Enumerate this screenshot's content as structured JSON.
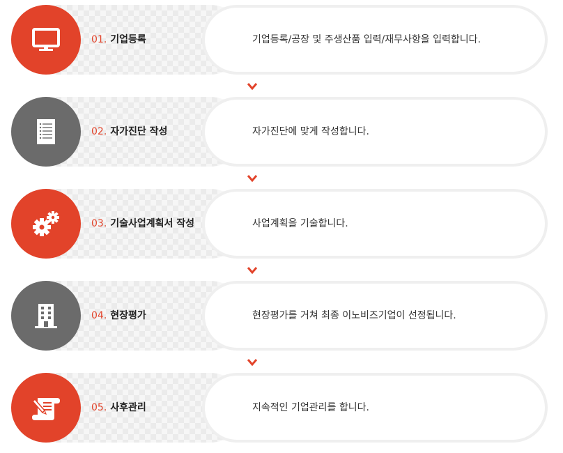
{
  "colors": {
    "accent": "#e2432a",
    "gray": "#6b6b6b"
  },
  "steps": [
    {
      "num": "01.",
      "title": "기업등록",
      "desc": "기업등록/공장 및 주생산품 입력/재무사항을 입력합니다.",
      "icon": "monitor-icon",
      "color": "#e2432a"
    },
    {
      "num": "02.",
      "title": "자가진단 작성",
      "desc": "자가진단에 맞게 작성합니다.",
      "icon": "document-icon",
      "color": "#6b6b6b"
    },
    {
      "num": "03.",
      "title": "기술사업계획서 작성",
      "desc": "사업계획을 기술합니다.",
      "icon": "gears-icon",
      "color": "#e2432a"
    },
    {
      "num": "04.",
      "title": "현장평가",
      "desc": "현장평가를 거쳐 최종 이노비즈기업이 선정됩니다.",
      "icon": "building-icon",
      "color": "#6b6b6b"
    },
    {
      "num": "05.",
      "title": "사후관리",
      "desc": "지속적인 기업관리를 합니다.",
      "icon": "certificate-icon",
      "color": "#e2432a"
    }
  ]
}
